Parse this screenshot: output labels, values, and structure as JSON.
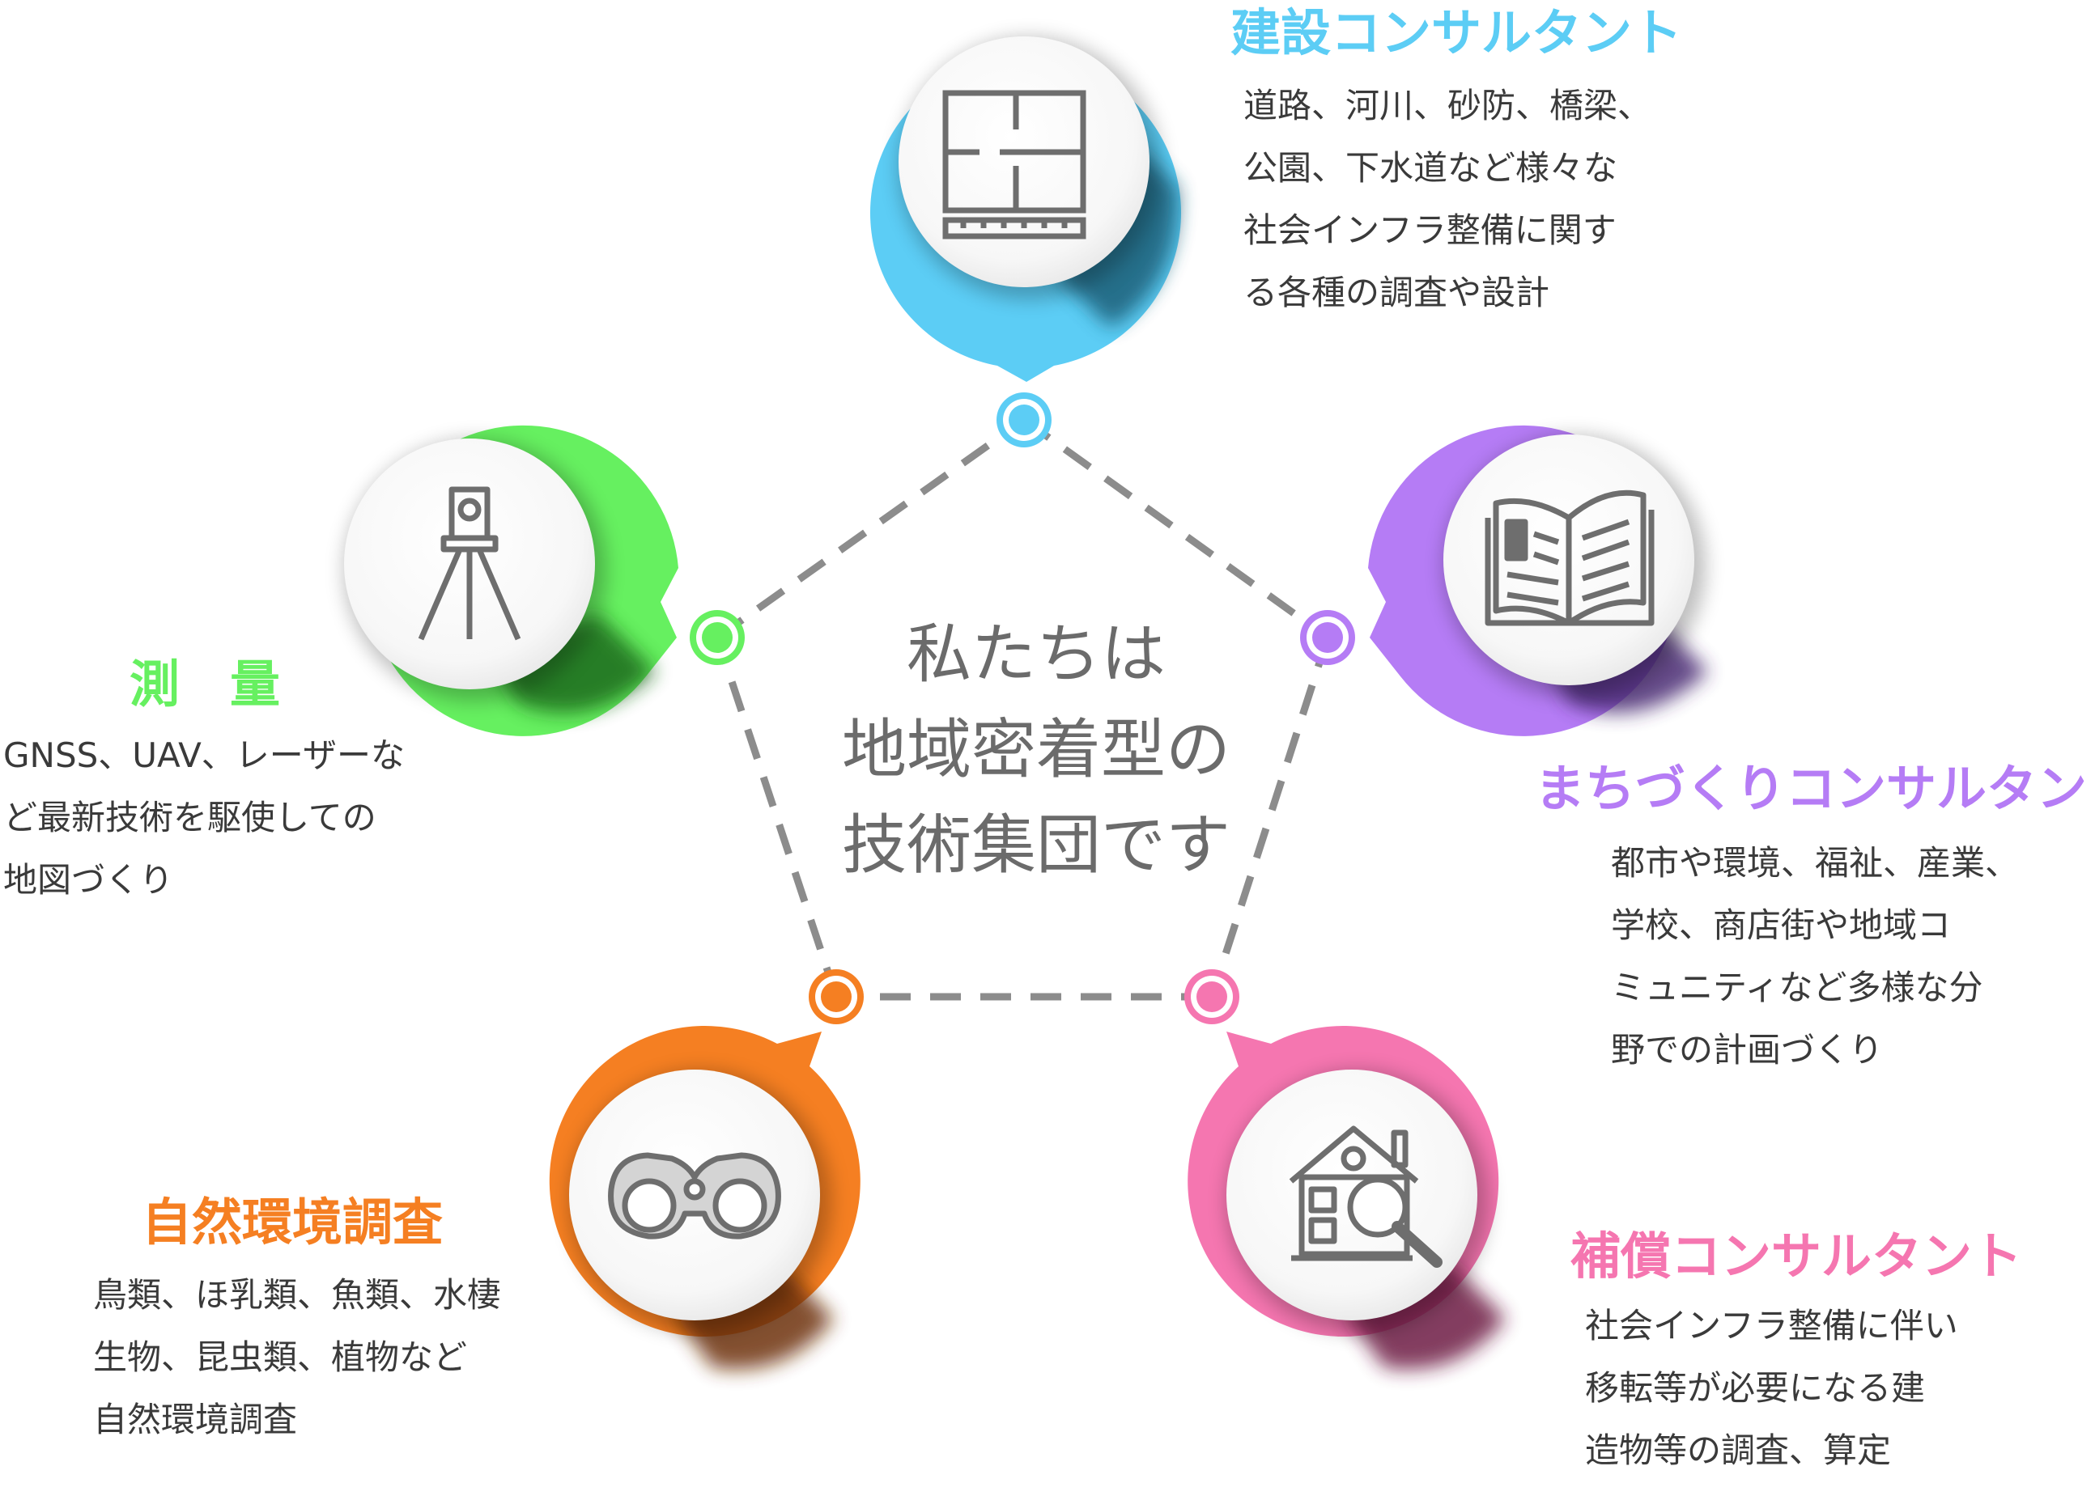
{
  "center": {
    "lines": [
      "私たちは",
      "地域密着型の",
      "技術集団です"
    ]
  },
  "colors": {
    "construction": "#5ccdf5",
    "town": "#b57cf5",
    "compensation": "#f576b0",
    "environment": "#f57f22",
    "survey": "#66f060",
    "dash": "#8c8c8c",
    "icon": "#6e6e6e"
  },
  "nodes": {
    "construction": {
      "icon": "floor-plan-icon",
      "title": "建設コンサルタント",
      "desc": [
        "道路、河川、砂防、橋梁、",
        "公園、下水道など様々な",
        "社会インフラ整備に関す",
        "る各種の調査や設計"
      ]
    },
    "town": {
      "icon": "open-book-icon",
      "title": "まちづくりコンサルタント",
      "desc": [
        "都市や環境、福祉、産業、",
        "学校、商店街や地域コ",
        "ミュニティなど多様な分",
        "野での計画づくり"
      ]
    },
    "compensation": {
      "icon": "house-magnifier-icon",
      "title": "補償コンサルタント",
      "desc": [
        "社会インフラ整備に伴い",
        "移転等が必要になる建",
        "造物等の調査、算定"
      ]
    },
    "environment": {
      "icon": "binoculars-icon",
      "title": "自然環境調査",
      "desc": [
        "鳥類、ほ乳類、魚類、水棲",
        "生物、昆虫類、植物など",
        "自然環境調査"
      ]
    },
    "survey": {
      "icon": "total-station-tripod-icon",
      "title": "測　量",
      "desc": [
        "GNSS、UAV、レーザーな",
        "ど最新技術を駆使しての",
        "地図づくり"
      ]
    }
  }
}
